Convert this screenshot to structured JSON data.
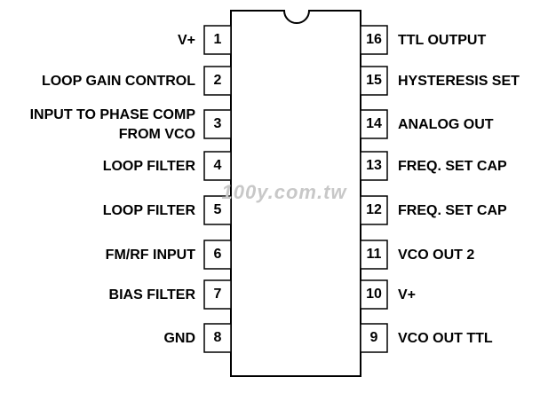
{
  "left_pins": [
    {
      "number": "1",
      "label": "V+"
    },
    {
      "number": "2",
      "label": "LOOP GAIN CONTROL"
    },
    {
      "number": "3",
      "label": "INPUT TO PHASE COMP\nFROM VCO"
    },
    {
      "number": "4",
      "label": "LOOP FILTER"
    },
    {
      "number": "5",
      "label": "LOOP FILTER"
    },
    {
      "number": "6",
      "label": "FM/RF INPUT"
    },
    {
      "number": "7",
      "label": "BIAS FILTER"
    },
    {
      "number": "8",
      "label": "GND"
    }
  ],
  "right_pins": [
    {
      "number": "16",
      "label": "TTL OUTPUT"
    },
    {
      "number": "15",
      "label": "HYSTERESIS SET"
    },
    {
      "number": "14",
      "label": "ANALOG OUT"
    },
    {
      "number": "13",
      "label": "FREQ. SET CAP"
    },
    {
      "number": "12",
      "label": "FREQ. SET CAP"
    },
    {
      "number": "11",
      "label": "VCO OUT 2"
    },
    {
      "number": "10",
      "label": "V+"
    },
    {
      "number": "9",
      "label": "VCO OUT TTL"
    }
  ],
  "watermark": "100y.com.tw",
  "colors": {
    "outline": "#000000",
    "background": "#ffffff",
    "watermark": "#c8c8c8"
  }
}
